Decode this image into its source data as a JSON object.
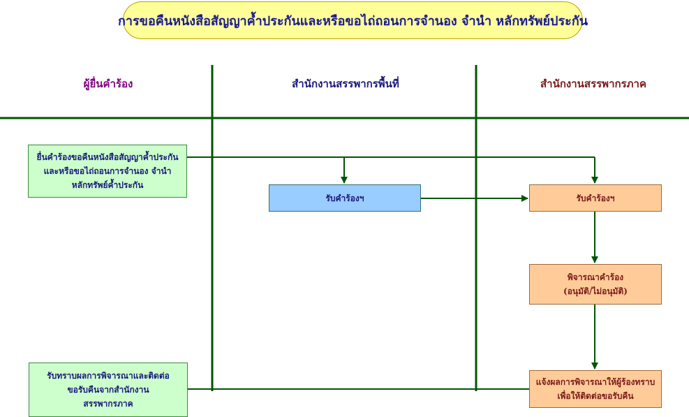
{
  "title": "การขอคืนหนังสือสัญญาค้ำประกันและหรือขอไถ่ถอนการจำนอง จำนำ หลักทรัพย์ประกัน",
  "lanes": [
    {
      "label": "ผู้ยื่นคำร้อง",
      "color": "#800080"
    },
    {
      "label": "สำนักงานสรรพากรพื้นที่",
      "color": "#1a1a7a"
    },
    {
      "label": "สำนักงานสรรพากรภาค",
      "color": "#7a1a1a"
    }
  ],
  "steps": {
    "submit": [
      "ยื่นคำร้องขอคืนหนังสือสัญญาค้ำประกัน",
      "และหรือขอไถ่ถอนการจำนอง จำนำ",
      "หลักทรัพย์ค้ำประกัน"
    ],
    "area_receive": [
      "รับคำร้องฯ"
    ],
    "region_receive": [
      "รับคำร้องฯ"
    ],
    "consider": [
      "พิจารณาคำร้อง",
      "(อนุมัติ/ไม่อนุมัติ)"
    ],
    "notify": [
      "แจ้งผลการพิจารณาให้ผู้ร้องทราบ",
      "เพื่อให้ติดต่อขอรับคืน"
    ],
    "acknowledge": [
      "รับทราบผลการพิจารณาและติดต่อ",
      "ขอรับคืนจากสำนักงาน",
      "สรรพากรภาค"
    ]
  },
  "colors": {
    "line": "#005500",
    "title_fill": "#ffff99",
    "submitter_fill": "#ccffcc",
    "area_fill": "#99ccff",
    "region_fill": "#ffcc99"
  }
}
